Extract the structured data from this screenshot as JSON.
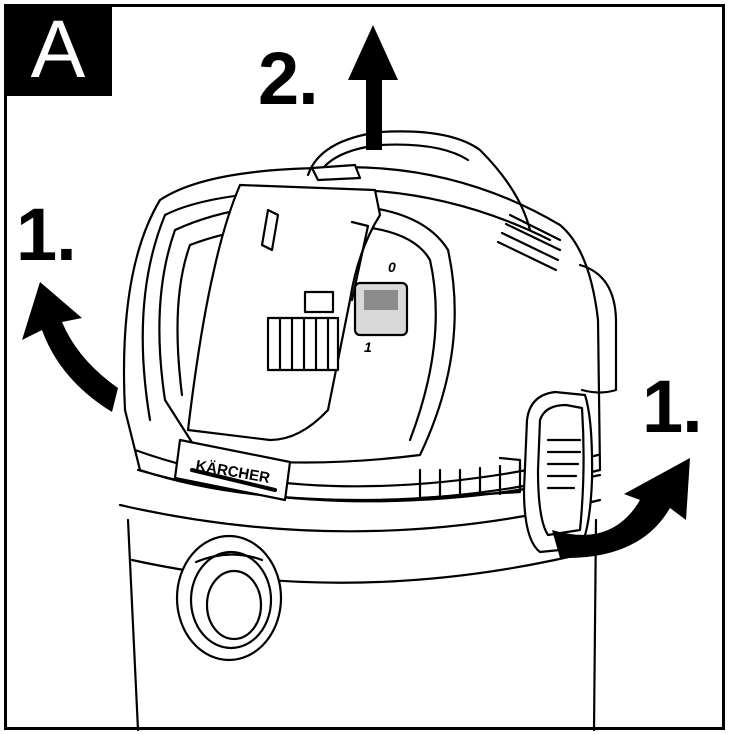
{
  "figure": {
    "panel_label": "A",
    "steps": {
      "lift_handle": "2.",
      "release_left": "1.",
      "release_right": "1."
    },
    "brand_logo": "KÄRCHER",
    "switch": {
      "off_label": "0",
      "on_label": "1"
    },
    "colors": {
      "ink": "#000000",
      "paper": "#ffffff",
      "shade": "#d9d9d9",
      "shade_dark": "#8c8c8c"
    }
  }
}
